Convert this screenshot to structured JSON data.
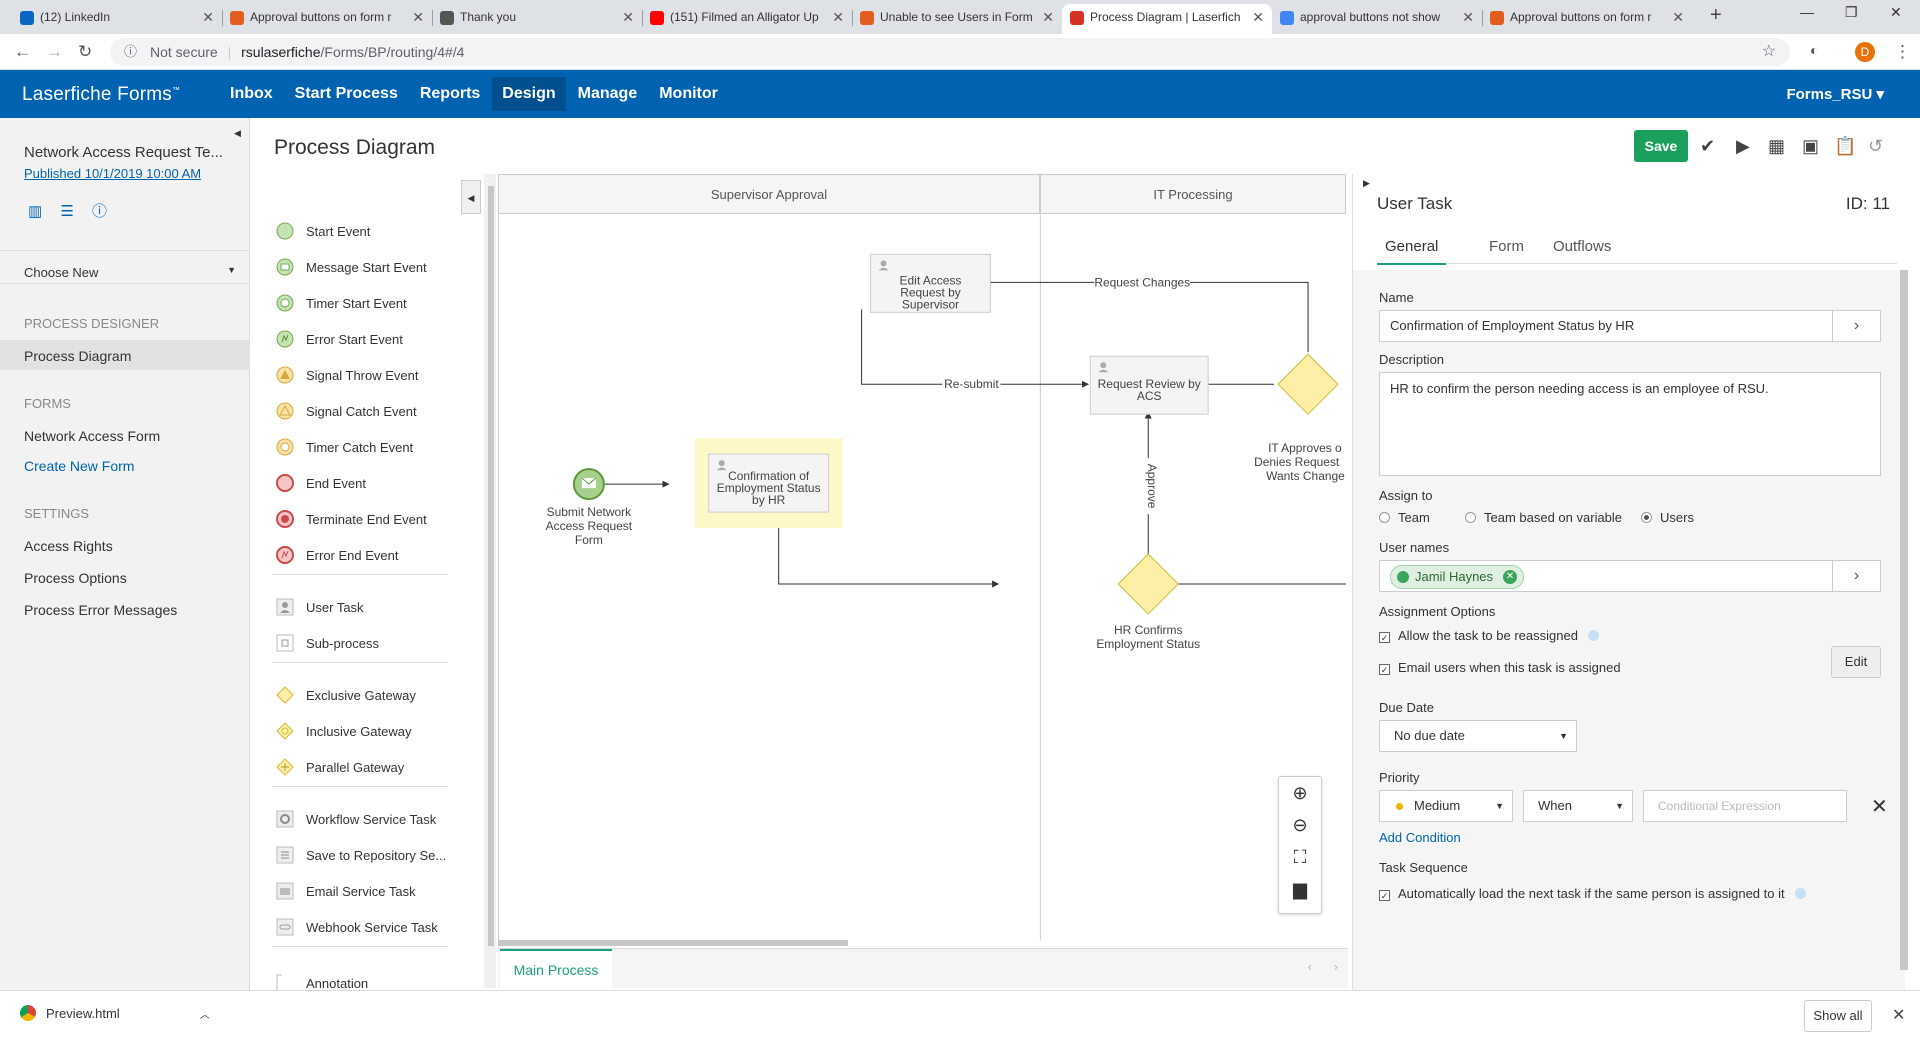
{
  "browser": {
    "tabs": [
      {
        "title": "(12) LinkedIn",
        "color": "#0a66c2"
      },
      {
        "title": "Approval buttons on form r",
        "color": "#e35d1f"
      },
      {
        "title": "Thank you",
        "color": "#555555"
      },
      {
        "title": "(151) Filmed an Alligator Up",
        "color": "#ff0000"
      },
      {
        "title": "Unable to see Users in Form",
        "color": "#e35d1f"
      },
      {
        "title": "Process Diagram | Laserfich",
        "color": "#d93025"
      },
      {
        "title": "approval buttons not show",
        "color": "#4285f4"
      },
      {
        "title": "Approval buttons on form r",
        "color": "#e35d1f"
      }
    ],
    "new_tab": "+",
    "not_secure": "Not secure",
    "url_host": "rsulaserfiche",
    "url_path": "/Forms/BP/routing/4#/4",
    "profile_initial": "D"
  },
  "app": {
    "logo": "Laserfiche Forms",
    "tm": "™",
    "nav": [
      "Inbox",
      "Start Process",
      "Reports",
      "Design",
      "Manage",
      "Monitor"
    ],
    "active_nav": "Design",
    "account": "Forms_RSU ▾"
  },
  "left": {
    "process_title": "Network Access Request Te...",
    "published": "Published 10/1/2019 10:00 AM",
    "choose_new": "Choose New",
    "sec_designer": "PROCESS DESIGNER",
    "process_diagram": "Process Diagram",
    "sec_forms": "FORMS",
    "network_access_form": "Network Access Form",
    "create_new_form": "Create New Form",
    "sec_settings": "SETTINGS",
    "access_rights": "Access Rights",
    "process_options": "Process Options",
    "process_error_messages": "Process Error Messages"
  },
  "page_title": "Process Diagram",
  "toolbox": [
    "Start Event",
    "Message Start Event",
    "Timer Start Event",
    "Error Start Event",
    "Signal Throw Event",
    "Signal Catch Event",
    "Timer Catch Event",
    "End Event",
    "Terminate End Event",
    "Error End Event",
    "User Task",
    "Sub-process",
    "Exclusive Gateway",
    "Inclusive Gateway",
    "Parallel Gateway",
    "Workflow Service Task",
    "Save to Repository Se...",
    "Email Service Task",
    "Webhook Service Task",
    "Annotation"
  ],
  "diagram": {
    "lanes": [
      "Supervisor Approval",
      "IT Processing"
    ],
    "nodes": {
      "start": [
        "Submit Network",
        "Access Request",
        "Form"
      ],
      "confirm": [
        "Confirmation of",
        "Employment Status",
        "by HR"
      ],
      "edit": [
        "Edit Access",
        "Request by",
        "Supervisor"
      ],
      "review": [
        "Request Review by",
        "ACS"
      ],
      "it_gateway": [
        "IT Approves o",
        "Denies Request",
        "Wants Change"
      ],
      "hr_gateway": [
        "HR Confirms",
        "Employment Status"
      ]
    },
    "edges": {
      "request_changes": "Request Changes",
      "resubmit": "Re-submit",
      "approve": "Approve"
    },
    "bottom_tab": "Main Process"
  },
  "toolbar": {
    "save": "Save"
  },
  "props": {
    "title": "User Task",
    "id": "ID: 11",
    "tabs": [
      "General",
      "Form",
      "Outflows"
    ],
    "name_label": "Name",
    "name_value": "Confirmation of Employment Status by HR",
    "desc_label": "Description",
    "desc_value": "HR to confirm the person needing access is an employee of RSU.",
    "assign_label": "Assign to",
    "assign_options": [
      "Team",
      "Team based on variable",
      "Users"
    ],
    "assign_selected": "Users",
    "usernames_label": "User names",
    "user_chip": "Jamil Haynes",
    "assign_opts_label": "Assignment Options",
    "allow_reassign": "Allow the task to be reassigned",
    "email_users": "Email users when this task is assigned",
    "edit": "Edit",
    "due_label": "Due Date",
    "due_value": "No due date",
    "priority_label": "Priority",
    "priority_value": "Medium",
    "when_value": "When",
    "cond_placeholder": "Conditional Expression",
    "add_condition": "Add Condition",
    "task_seq_label": "Task Sequence",
    "auto_load": "Automatically load the next task if the same person is assigned to it"
  },
  "download": {
    "file": "Preview.html",
    "show_all": "Show all"
  },
  "colors": {
    "brand": "#0063b1",
    "save": "#1a9f5c",
    "accent": "#1a9f84",
    "gateway": "#fdf0a6",
    "start": "#a8d08d"
  }
}
